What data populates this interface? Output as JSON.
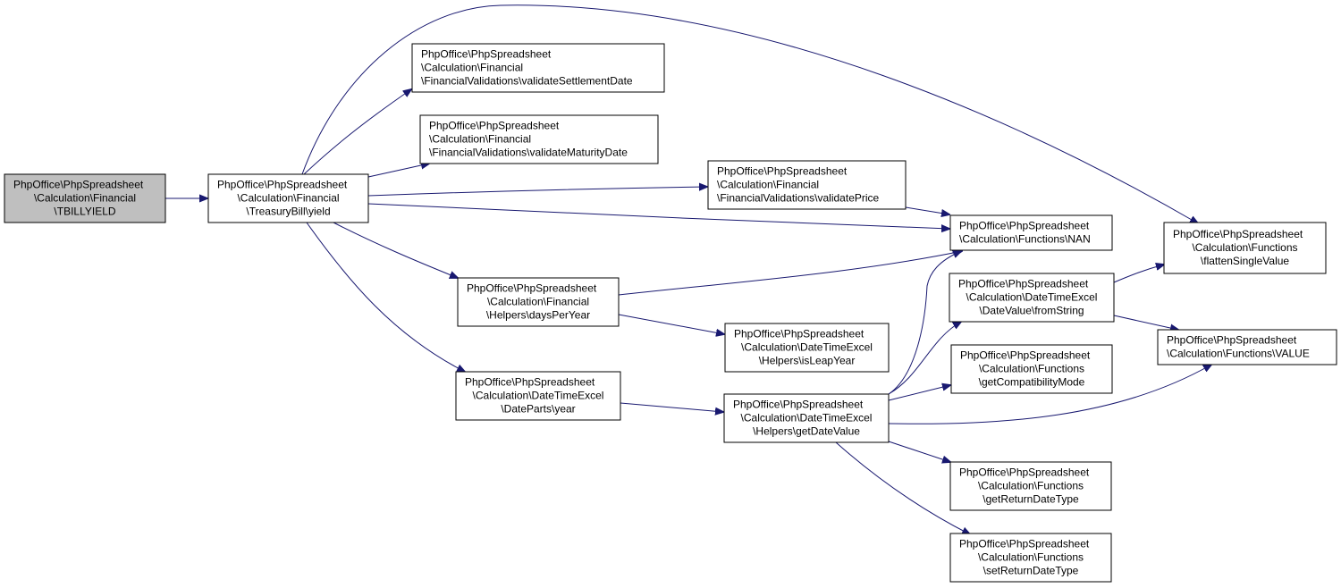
{
  "diagram": {
    "nodes": [
      {
        "id": "tbillyield",
        "lines": [
          "PhpOffice\\PhpSpreadsheet",
          "\\Calculation\\Financial",
          "\\TBILLYIELD"
        ]
      },
      {
        "id": "yield",
        "lines": [
          "PhpOffice\\PhpSpreadsheet",
          "\\Calculation\\Financial",
          "\\TreasuryBill\\yield"
        ]
      },
      {
        "id": "validateSettlementDate",
        "lines": [
          "PhpOffice\\PhpSpreadsheet",
          "\\Calculation\\Financial",
          "\\FinancialValidations\\validateSettlementDate"
        ]
      },
      {
        "id": "validateMaturityDate",
        "lines": [
          "PhpOffice\\PhpSpreadsheet",
          "\\Calculation\\Financial",
          "\\FinancialValidations\\validateMaturityDate"
        ]
      },
      {
        "id": "validatePrice",
        "lines": [
          "PhpOffice\\PhpSpreadsheet",
          "\\Calculation\\Financial",
          "\\FinancialValidations\\validatePrice"
        ]
      },
      {
        "id": "nan",
        "lines": [
          "PhpOffice\\PhpSpreadsheet",
          "\\Calculation\\Functions\\NAN"
        ]
      },
      {
        "id": "flattenSingleValue",
        "lines": [
          "PhpOffice\\PhpSpreadsheet",
          "\\Calculation\\Functions",
          "\\flattenSingleValue"
        ]
      },
      {
        "id": "daysPerYear",
        "lines": [
          "PhpOffice\\PhpSpreadsheet",
          "\\Calculation\\Financial",
          "\\Helpers\\daysPerYear"
        ]
      },
      {
        "id": "fromString",
        "lines": [
          "PhpOffice\\PhpSpreadsheet",
          "\\Calculation\\DateTimeExcel",
          "\\DateValue\\fromString"
        ]
      },
      {
        "id": "value",
        "lines": [
          "PhpOffice\\PhpSpreadsheet",
          "\\Calculation\\Functions\\VALUE"
        ]
      },
      {
        "id": "isLeapYear",
        "lines": [
          "PhpOffice\\PhpSpreadsheet",
          "\\Calculation\\DateTimeExcel",
          "\\Helpers\\isLeapYear"
        ]
      },
      {
        "id": "getCompatibilityMode",
        "lines": [
          "PhpOffice\\PhpSpreadsheet",
          "\\Calculation\\Functions",
          "\\getCompatibilityMode"
        ]
      },
      {
        "id": "year",
        "lines": [
          "PhpOffice\\PhpSpreadsheet",
          "\\Calculation\\DateTimeExcel",
          "\\DateParts\\year"
        ]
      },
      {
        "id": "getDateValue",
        "lines": [
          "PhpOffice\\PhpSpreadsheet",
          "\\Calculation\\DateTimeExcel",
          "\\Helpers\\getDateValue"
        ]
      },
      {
        "id": "getReturnDateType",
        "lines": [
          "PhpOffice\\PhpSpreadsheet",
          "\\Calculation\\Functions",
          "\\getReturnDateType"
        ]
      },
      {
        "id": "setReturnDateType",
        "lines": [
          "PhpOffice\\PhpSpreadsheet",
          "\\Calculation\\Functions",
          "\\setReturnDateType"
        ]
      }
    ],
    "edges": [
      {
        "from": "tbillyield",
        "to": "yield"
      },
      {
        "from": "yield",
        "to": "validateSettlementDate"
      },
      {
        "from": "yield",
        "to": "validateMaturityDate"
      },
      {
        "from": "yield",
        "to": "validatePrice"
      },
      {
        "from": "yield",
        "to": "nan"
      },
      {
        "from": "yield",
        "to": "flattenSingleValue"
      },
      {
        "from": "yield",
        "to": "daysPerYear"
      },
      {
        "from": "yield",
        "to": "year"
      },
      {
        "from": "validatePrice",
        "to": "nan"
      },
      {
        "from": "daysPerYear",
        "to": "nan"
      },
      {
        "from": "daysPerYear",
        "to": "isLeapYear"
      },
      {
        "from": "year",
        "to": "getDateValue"
      },
      {
        "from": "getDateValue",
        "to": "nan"
      },
      {
        "from": "getDateValue",
        "to": "fromString"
      },
      {
        "from": "getDateValue",
        "to": "getCompatibilityMode"
      },
      {
        "from": "getDateValue",
        "to": "value"
      },
      {
        "from": "getDateValue",
        "to": "getReturnDateType"
      },
      {
        "from": "getDateValue",
        "to": "setReturnDateType"
      },
      {
        "from": "fromString",
        "to": "flattenSingleValue"
      },
      {
        "from": "fromString",
        "to": "value"
      }
    ],
    "colors": {
      "edge": "#191970",
      "root_fill": "#bfbfbf",
      "node_fill": "#ffffff",
      "border": "#000000"
    }
  }
}
